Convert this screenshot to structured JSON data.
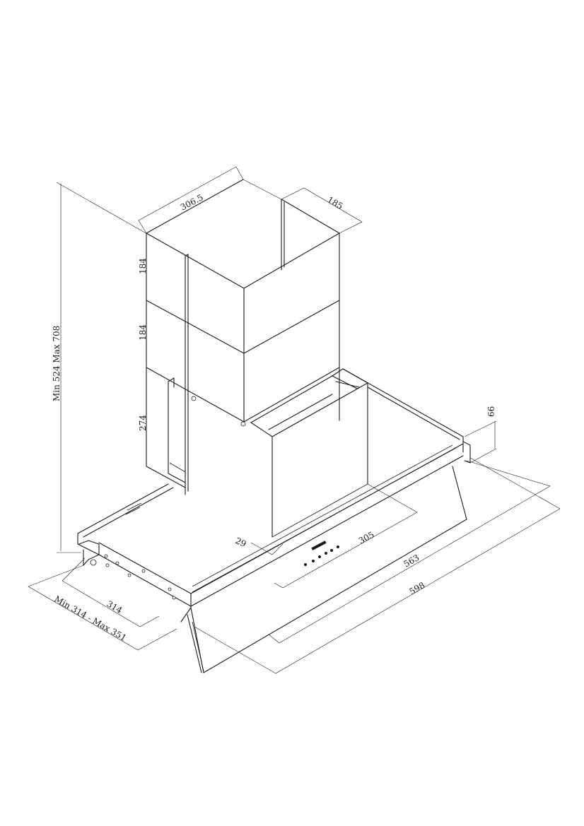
{
  "drawing": {
    "dimensions": {
      "overall_height": "Min 524 Max 708",
      "chimney_width": "306.5",
      "chimney_depth": "185",
      "chimney_upper_height": "184",
      "chimney_middle_height": "184",
      "chimney_lower_height": "274",
      "bracket_height": "66",
      "motor_offset": "29",
      "motor_width": "305",
      "inner_width": "563",
      "overall_width": "598",
      "depth": "314",
      "depth_range": "Min 314 - Max 351"
    }
  }
}
